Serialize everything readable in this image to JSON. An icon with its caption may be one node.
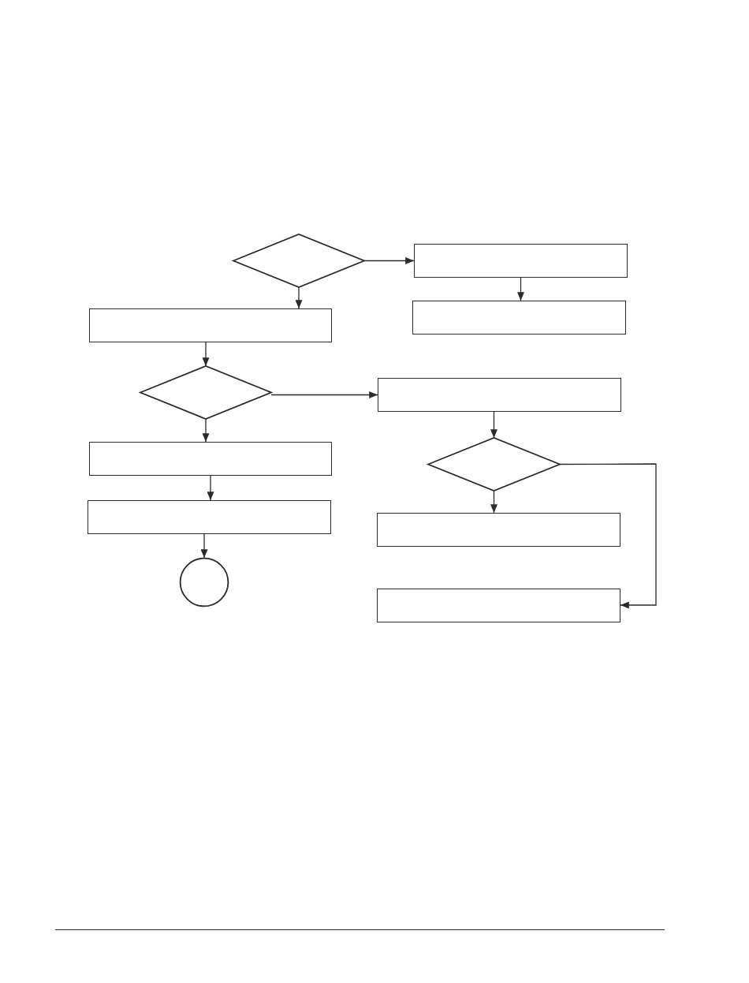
{
  "diagram": {
    "nodes": [
      {
        "text": [],
        "shape": "diamond"
      },
      {
        "text": [],
        "shape": "box"
      },
      {
        "text": [],
        "shape": "box"
      },
      {
        "text": [],
        "shape": "box"
      },
      {
        "text": [],
        "shape": "diamond"
      },
      {
        "text": [],
        "shape": "box"
      },
      {
        "text": [],
        "shape": "box"
      },
      {
        "text": [],
        "shape": "diamond"
      },
      {
        "text": [],
        "shape": "box"
      },
      {
        "text": [],
        "shape": "box"
      },
      {
        "text": [],
        "shape": "circle"
      },
      {
        "text": [],
        "shape": "box"
      }
    ],
    "edges": [
      {
        "from": 0,
        "to": 1,
        "arrow": "to"
      },
      {
        "from": 0,
        "to": 2,
        "arrow": "to"
      },
      {
        "from": 1,
        "to": 3,
        "arrow": "to"
      },
      {
        "from": 2,
        "to": 4,
        "arrow": "to"
      },
      {
        "from": 4,
        "to": 5,
        "arrow": "to"
      },
      {
        "from": 4,
        "to": 6,
        "arrow": "to"
      },
      {
        "from": 5,
        "to": 7,
        "arrow": "to"
      },
      {
        "from": 6,
        "to": 8,
        "arrow": "to"
      },
      {
        "from": 7,
        "to": 9,
        "arrow": "to"
      },
      {
        "from": 8,
        "to": 10,
        "arrow": "to"
      },
      {
        "from": 7,
        "to": 11,
        "arrow": "to"
      }
    ]
  }
}
